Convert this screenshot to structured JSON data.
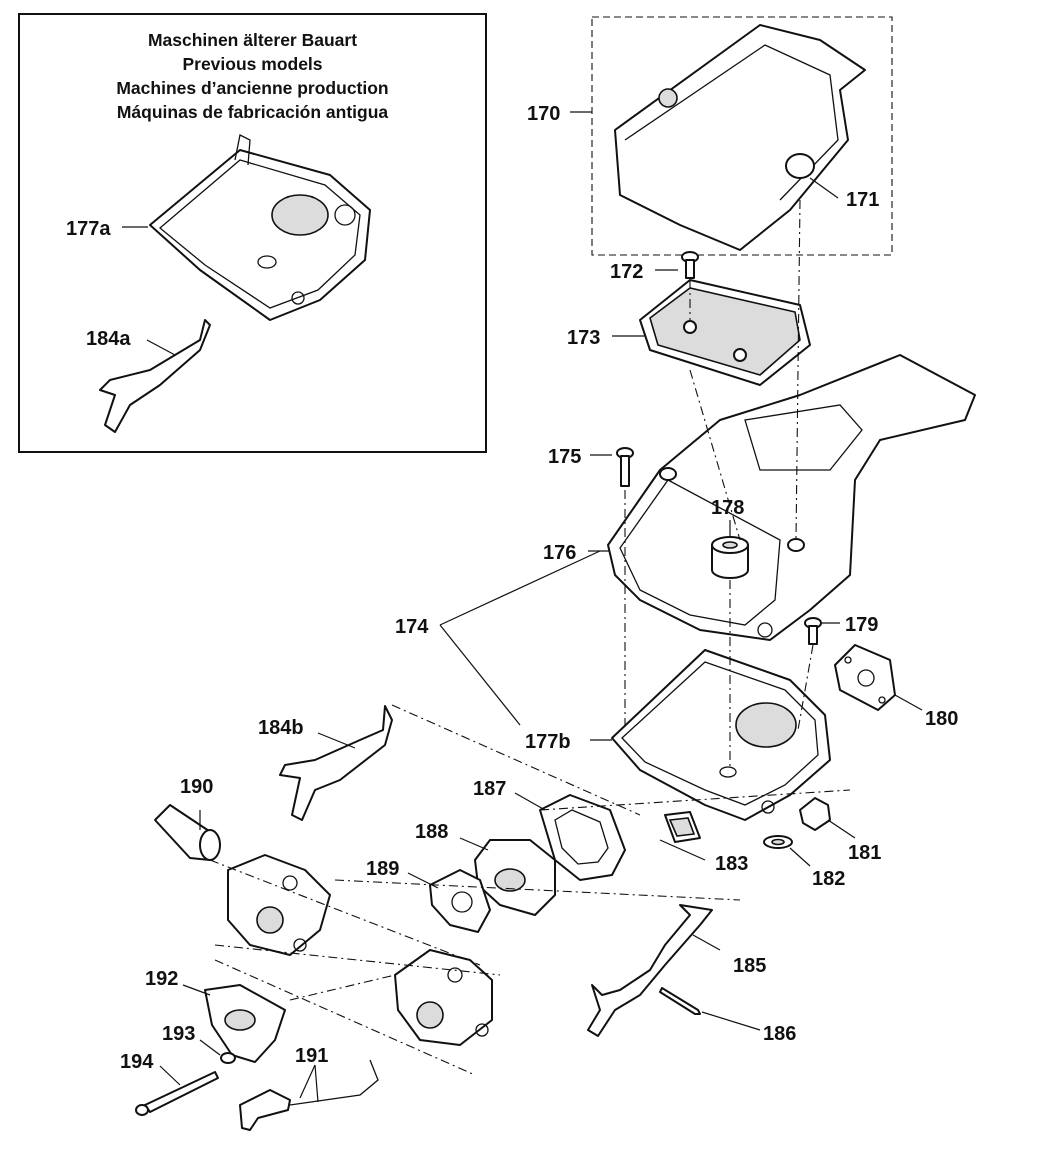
{
  "inset": {
    "title_lines": [
      "Maschinen älterer Bauart",
      "Previous models",
      "Machines d’ancienne production",
      "Máquinas de fabricación antigua"
    ]
  },
  "callouts": {
    "p170": "170",
    "p171": "171",
    "p172": "172",
    "p173": "173",
    "p174": "174",
    "p175": "175",
    "p176": "176",
    "p177a": "177a",
    "p177b": "177b",
    "p178": "178",
    "p179": "179",
    "p180": "180",
    "p181": "181",
    "p182": "182",
    "p183": "183",
    "p184a": "184a",
    "p184b": "184b",
    "p185": "185",
    "p186": "186",
    "p187": "187",
    "p188": "188",
    "p189": "189",
    "p190": "190",
    "p191": "191",
    "p192": "192",
    "p193": "193",
    "p194": "194"
  }
}
